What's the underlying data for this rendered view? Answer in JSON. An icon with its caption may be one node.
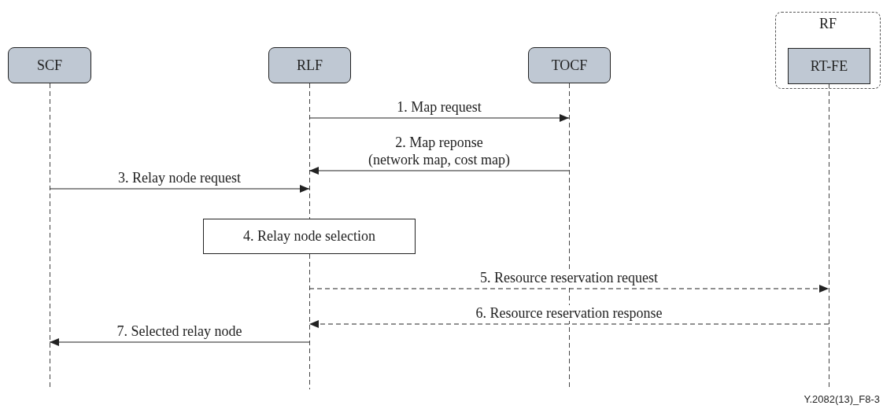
{
  "diagram": {
    "nodes": [
      {
        "text": [
          "RF"
        ]
      },
      {
        "text": [
          "SCF"
        ]
      },
      {
        "text": [
          "RLF"
        ]
      },
      {
        "text": [
          "TOCF"
        ]
      },
      {
        "text": [
          "RT-FE"
        ],
        "in": 0
      },
      {
        "text": [
          "4. Relay node selection"
        ]
      },
      {
        "text": [],
        "shape": "line"
      },
      {
        "text": [],
        "shape": "line"
      },
      {
        "text": [],
        "shape": "line"
      },
      {
        "text": [],
        "shape": "line"
      },
      {
        "text": [],
        "shape": "line"
      }
    ],
    "edges": [
      {
        "from": 7,
        "to": 9,
        "arrow": "to",
        "label": "1. Map request"
      },
      {
        "from": 9,
        "to": 7,
        "arrow": "to",
        "label": "2. Map reponse (network map, cost map)"
      },
      {
        "from": 6,
        "to": 7,
        "arrow": "to",
        "label": "3. Relay node request"
      },
      {
        "from": 8,
        "to": 10,
        "arrow": "to",
        "label": "5. Resource reservation request",
        "style": "dashed"
      },
      {
        "from": 10,
        "to": 8,
        "arrow": "to",
        "label": "6. Resource reservation response",
        "style": "dashed"
      },
      {
        "from": 8,
        "to": 6,
        "arrow": "to",
        "label": "7. Selected relay node"
      }
    ],
    "labels": [
      "Y.2082(13)_F8-3"
    ]
  }
}
